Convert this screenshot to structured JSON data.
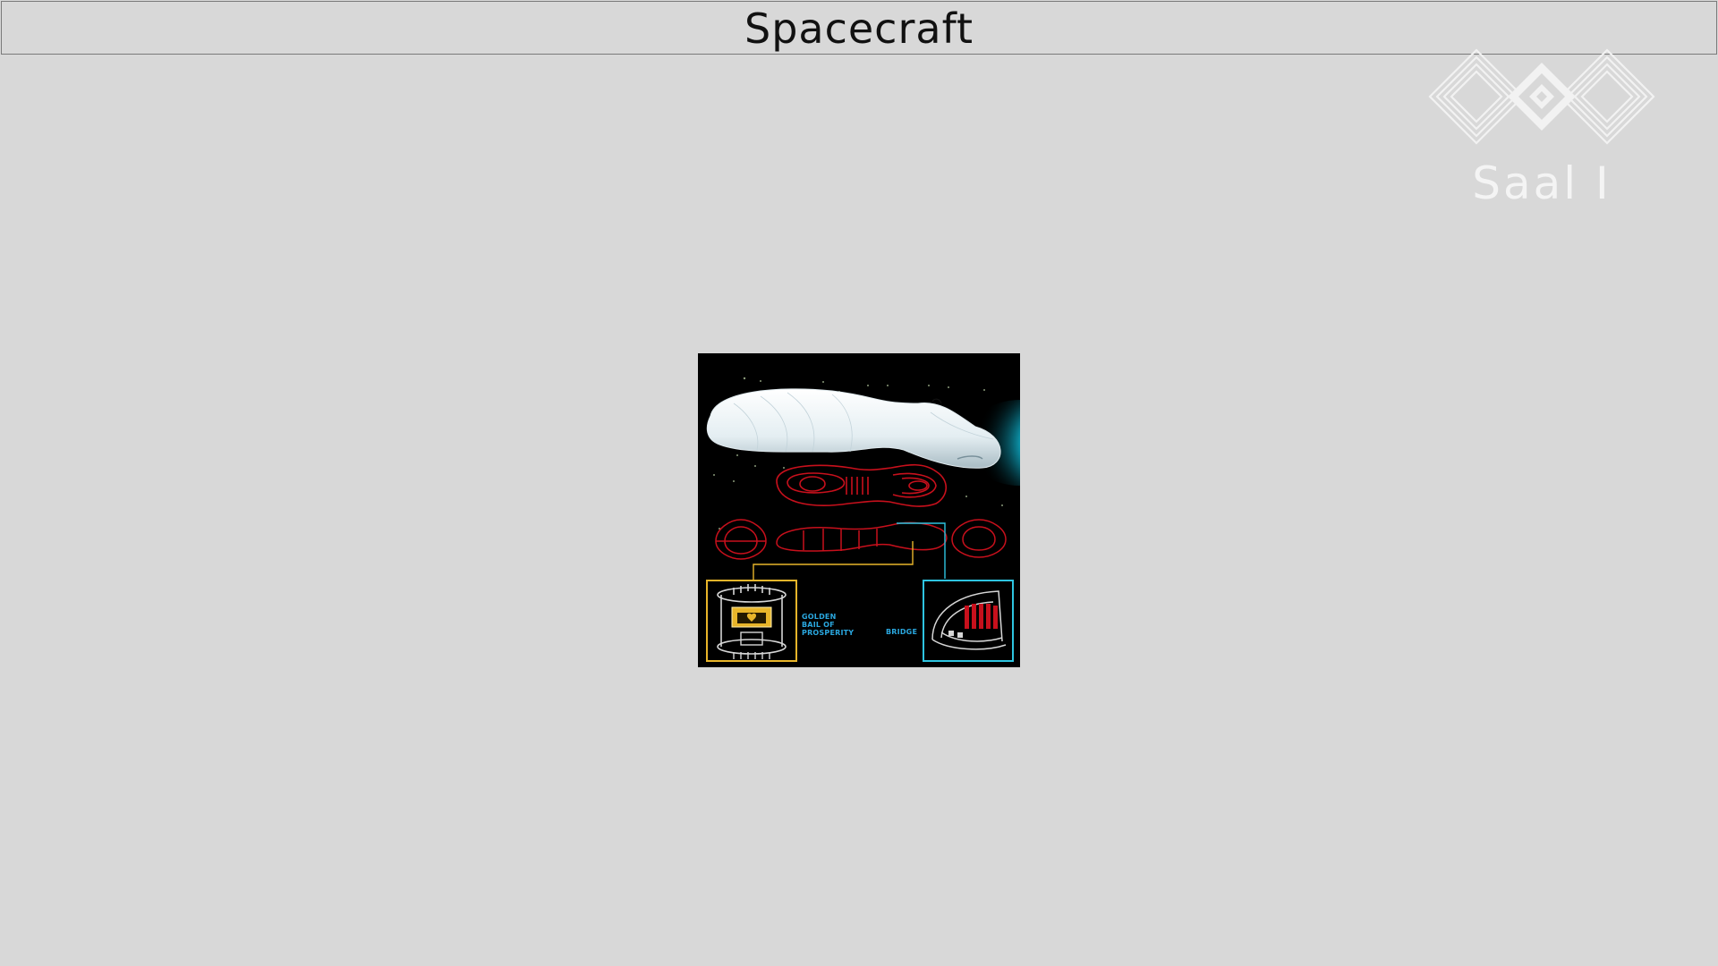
{
  "page": {
    "title": "Spacecraft"
  },
  "logo": {
    "label": "Saal I"
  },
  "artwork": {
    "labels": {
      "golden": "GOLDEN\nBAIL OF\nPROSPERITY",
      "bridge": "BRIDGE"
    }
  },
  "colors": {
    "background": "#d8d8d8",
    "blueprint_red": "#c8101c",
    "bridge_cyan": "#2ec4e0",
    "gold": "#e8b52a",
    "label_blue": "#2aa8e0"
  }
}
